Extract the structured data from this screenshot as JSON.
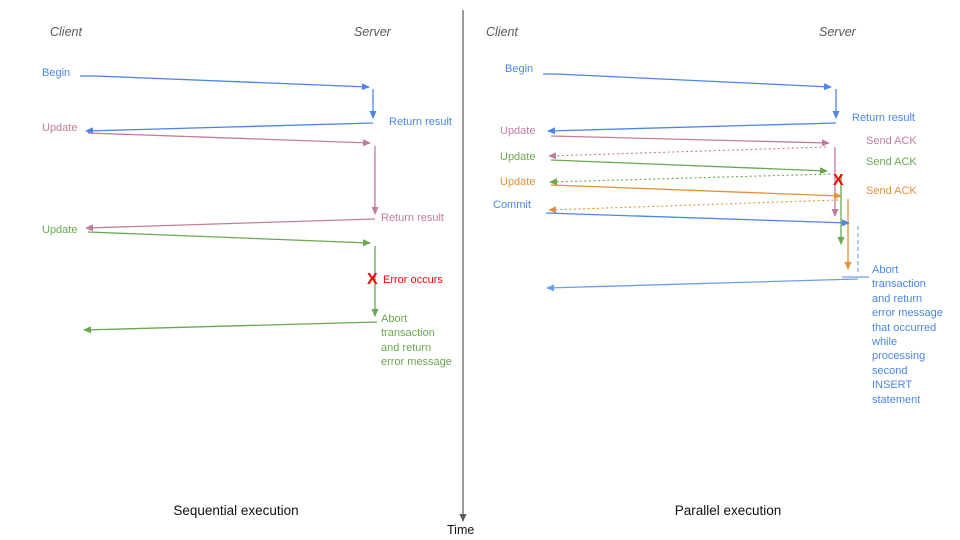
{
  "palette": {
    "blue": "#4a86e8",
    "light_blue": "#6d9eeb",
    "pink": "#c27ba0",
    "green": "#6aa84f",
    "orange": "#e69138",
    "red": "#ff0000",
    "gray_axis": "#595959",
    "label_gray": "#595959",
    "title_dark": "#111111"
  },
  "time_axis": {
    "label": "Time"
  },
  "left": {
    "title": "Sequential execution",
    "client": "Client",
    "server": "Server",
    "messages": {
      "begin": "Begin",
      "return_result_1": "Return result",
      "update_1": "Update",
      "return_result_2": "Return result",
      "update_2": "Update",
      "error_icon": "X",
      "error_occurs": "Error occurs",
      "abort_note": "Abort\ntransaction\nand return\nerror message"
    }
  },
  "right": {
    "title": "Parallel execution",
    "client": "Client",
    "server": "Server",
    "messages": {
      "begin": "Begin",
      "return_result": "Return result",
      "update_1": "Update",
      "send_ack_1": "Send ACK",
      "update_2": "Update",
      "send_ack_2": "Send ACK",
      "update_3": "Update",
      "send_ack_3": "Send ACK",
      "commit": "Commit",
      "error_icon": "X",
      "abort_note": "Abort\ntransaction\nand return\nerror message\nthat occurred\nwhile\nprocessing\nsecond\nINSERT\nstatement"
    }
  }
}
